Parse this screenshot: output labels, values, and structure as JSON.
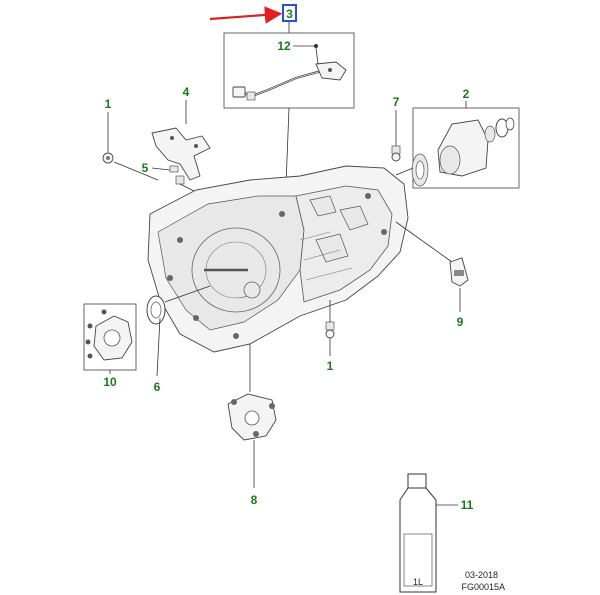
{
  "labels": {
    "l1a": "1",
    "l1b": "1",
    "l2": "2",
    "l3": "3",
    "l4": "4",
    "l5": "5",
    "l6": "6",
    "l7": "7",
    "l8": "8",
    "l9": "9",
    "l10": "10",
    "l11": "11",
    "l12": "12"
  },
  "bottle": {
    "volume": "1L"
  },
  "footer": {
    "date": "03-2018",
    "code": "FG00015A"
  },
  "colors": {
    "callout": "#1a7a1a",
    "arrow": "#e02020",
    "highlight": "#2a4fd6"
  }
}
